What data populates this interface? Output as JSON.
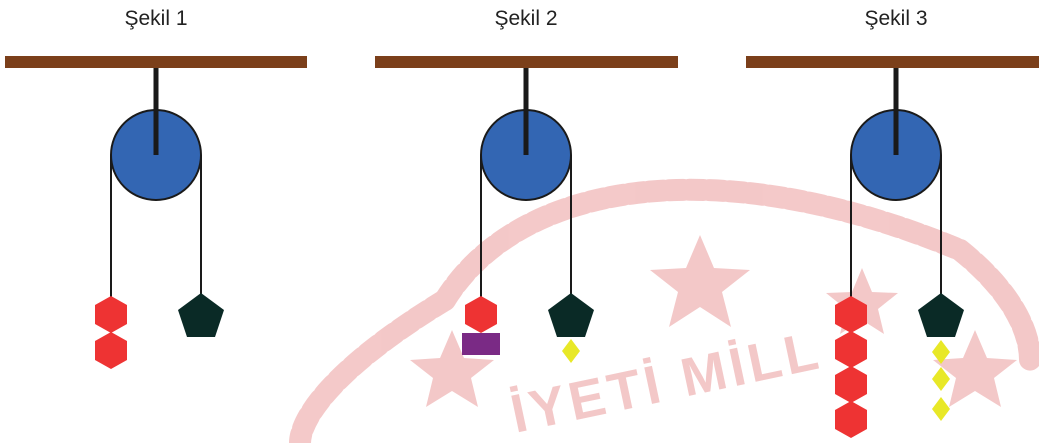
{
  "figures": [
    {
      "title": "Şekil 1",
      "left_side": [
        "red-hexagon",
        "red-hexagon"
      ],
      "right_side": [
        "black-pentagon"
      ]
    },
    {
      "title": "Şekil 2",
      "left_side": [
        "red-hexagon",
        "purple-rectangle"
      ],
      "right_side": [
        "black-pentagon",
        "yellow-diamond"
      ]
    },
    {
      "title": "Şekil 3",
      "left_side": [
        "red-hexagon",
        "red-hexagon",
        "red-hexagon",
        "red-hexagon"
      ],
      "right_side": [
        "black-pentagon",
        "yellow-diamond",
        "yellow-diamond",
        "yellow-diamond"
      ]
    }
  ],
  "colors": {
    "beam": "#7b3f1a",
    "pulley": "#3366b3",
    "rope": "#1a1a1a",
    "hexagon": "#ee3333",
    "pentagon": "#0a2a26",
    "rectangle": "#7a2a85",
    "diamond": "#e8e827",
    "watermark": "#f3c6c6"
  },
  "watermark": {
    "text": "İYETİ MİLL",
    "icon": "star-icon"
  }
}
